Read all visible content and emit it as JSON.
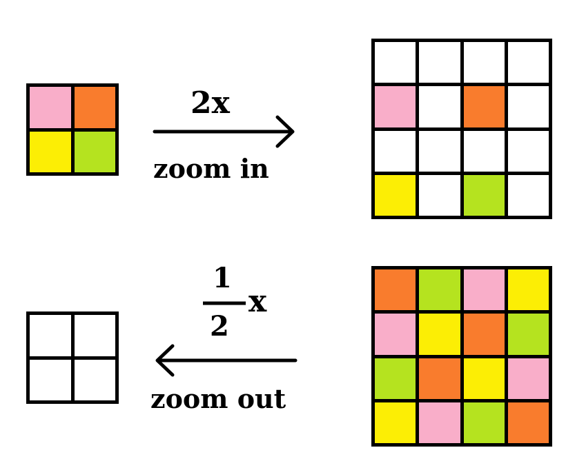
{
  "colors": {
    "pink": "#f9aec9",
    "orange": "#f97c2d",
    "yellow": "#fcee05",
    "green": "#b5e31f",
    "white": "#ffffff",
    "border": "#000000"
  },
  "top_row": {
    "small_grid": [
      "pink",
      "orange",
      "yellow",
      "green"
    ],
    "factor_label": "2x",
    "action_label": "zoom in",
    "arrow_direction": "right",
    "large_grid": [
      "white",
      "white",
      "white",
      "white",
      "pink",
      "white",
      "orange",
      "white",
      "white",
      "white",
      "white",
      "white",
      "yellow",
      "white",
      "green",
      "white"
    ]
  },
  "bottom_row": {
    "large_grid": [
      "orange",
      "green",
      "pink",
      "yellow",
      "pink",
      "yellow",
      "orange",
      "green",
      "green",
      "orange",
      "yellow",
      "pink",
      "yellow",
      "pink",
      "green",
      "orange"
    ],
    "factor_numerator": "1",
    "factor_denominator": "2",
    "factor_suffix": "x",
    "action_label": "zoom out",
    "arrow_direction": "left",
    "small_grid": [
      "white",
      "white",
      "white",
      "white"
    ]
  }
}
